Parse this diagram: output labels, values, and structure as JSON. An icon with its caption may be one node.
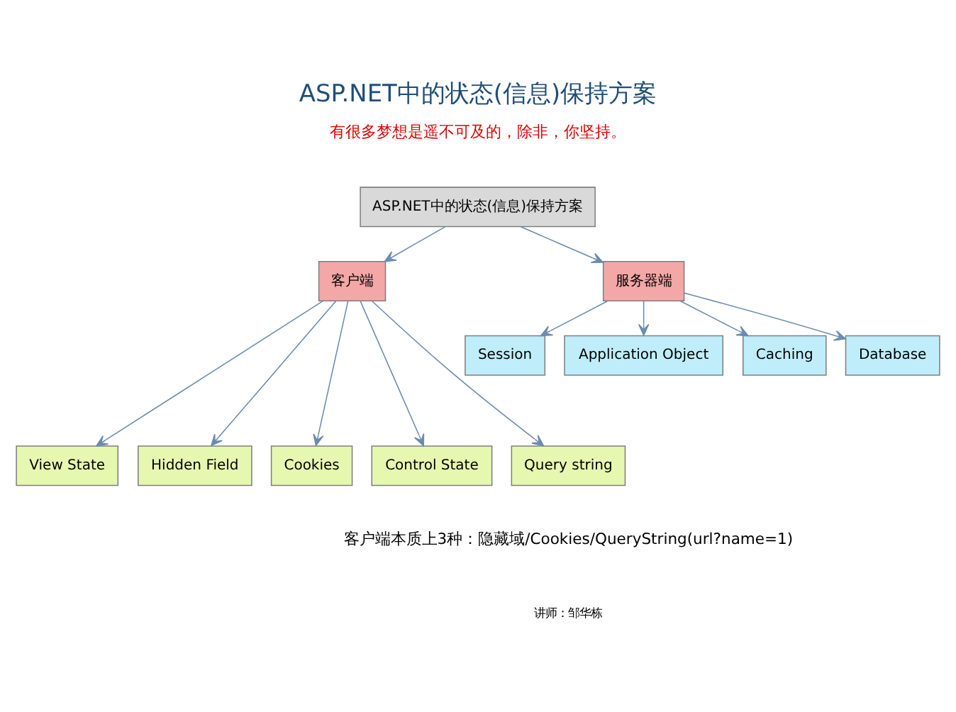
{
  "diagram": {
    "title": "ASP.NET中的状态(信息)保持方案",
    "nodes": [
      {
        "text": [
          "ASP.NET中的状态(信息)保持方案"
        ]
      },
      {
        "text": [
          "客户端"
        ]
      },
      {
        "text": [
          "服务器端"
        ]
      },
      {
        "text": [
          "Session"
        ]
      },
      {
        "text": [
          "Application Object"
        ]
      },
      {
        "text": [
          "Caching"
        ]
      },
      {
        "text": [
          "Database"
        ]
      },
      {
        "text": [
          "View State"
        ]
      },
      {
        "text": [
          "Hidden Field"
        ]
      },
      {
        "text": [
          "Cookies"
        ]
      },
      {
        "text": [
          "Control State"
        ]
      },
      {
        "text": [
          "Query string"
        ]
      }
    ],
    "edges": [
      {
        "from": 0,
        "to": 1,
        "arrow": "to"
      },
      {
        "from": 0,
        "to": 2,
        "arrow": "to"
      },
      {
        "from": 2,
        "to": 3,
        "arrow": "to"
      },
      {
        "from": 2,
        "to": 4,
        "arrow": "to"
      },
      {
        "from": 2,
        "to": 5,
        "arrow": "to"
      },
      {
        "from": 2,
        "to": 6,
        "arrow": "to"
      },
      {
        "from": 1,
        "to": 7,
        "arrow": "to"
      },
      {
        "from": 1,
        "to": 8,
        "arrow": "to"
      },
      {
        "from": 1,
        "to": 9,
        "arrow": "to"
      },
      {
        "from": 1,
        "to": 10,
        "arrow": "to"
      },
      {
        "from": 1,
        "to": 11,
        "arrow": "to"
      }
    ],
    "labels": [
      "有很多梦想是遥不可及的，除非，你坚持。",
      "客户端本质上3种：隐藏域/Cookies/QueryString(url?name=1)",
      "讲师：邹华栋"
    ]
  }
}
